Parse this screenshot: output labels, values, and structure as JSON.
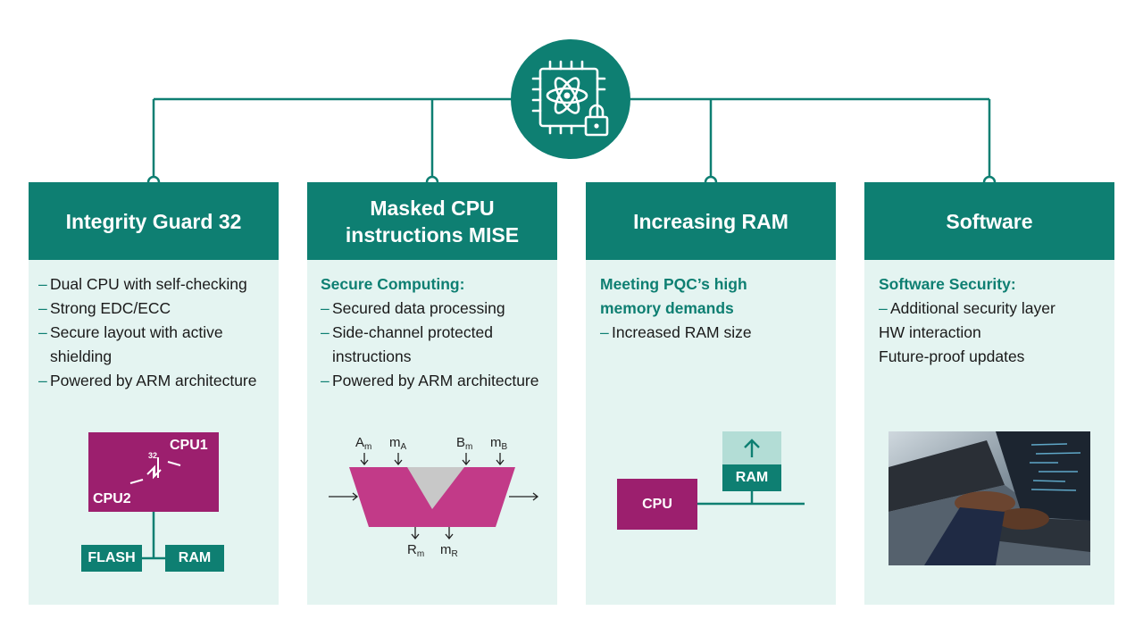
{
  "colors": {
    "teal": "#0e7f72",
    "light": "#e4f4f1",
    "magenta": "#9c1f6e",
    "pink": "#c23a88"
  },
  "hub_icon": "chip-atom-lock-icon",
  "cards": [
    {
      "title": "Integrity Guard 32",
      "items": [
        "Dual CPU with self-checking",
        "Strong EDC/ECC",
        "Secure layout with active shielding",
        "Powered by ARM architecture"
      ],
      "diagram": {
        "cpu1": "CPU1",
        "cpu2": "CPU2",
        "bus_width": "32",
        "flash": "FLASH",
        "ram": "RAM"
      }
    },
    {
      "title": "Masked CPU instructions MISE",
      "subtitle": "Secure Computing:",
      "items": [
        "Secured data processing",
        "Side-channel protected instructions",
        "Powered by ARM architecture"
      ],
      "diagram": {
        "in_a": "A",
        "in_a_sub": "m",
        "mask_a": "m",
        "mask_a_sub": "A",
        "in_b": "B",
        "in_b_sub": "m",
        "mask_b": "m",
        "mask_b_sub": "B",
        "out_r": "R",
        "out_r_sub": "m",
        "mask_r": "m",
        "mask_r_sub": "R"
      }
    },
    {
      "title": "Increasing RAM",
      "subtitle": "Meeting PQC’s high memory demands",
      "items": [
        "Increased RAM size"
      ],
      "diagram": {
        "cpu": "CPU",
        "ram": "RAM"
      }
    },
    {
      "title": "Software",
      "subtitle": "Software Security:",
      "items": [
        "Additional security layer"
      ],
      "plain_items": [
        "HW interaction",
        "Future-proof updates"
      ],
      "photo": "hands-typing-on-laptop-photo"
    }
  ]
}
